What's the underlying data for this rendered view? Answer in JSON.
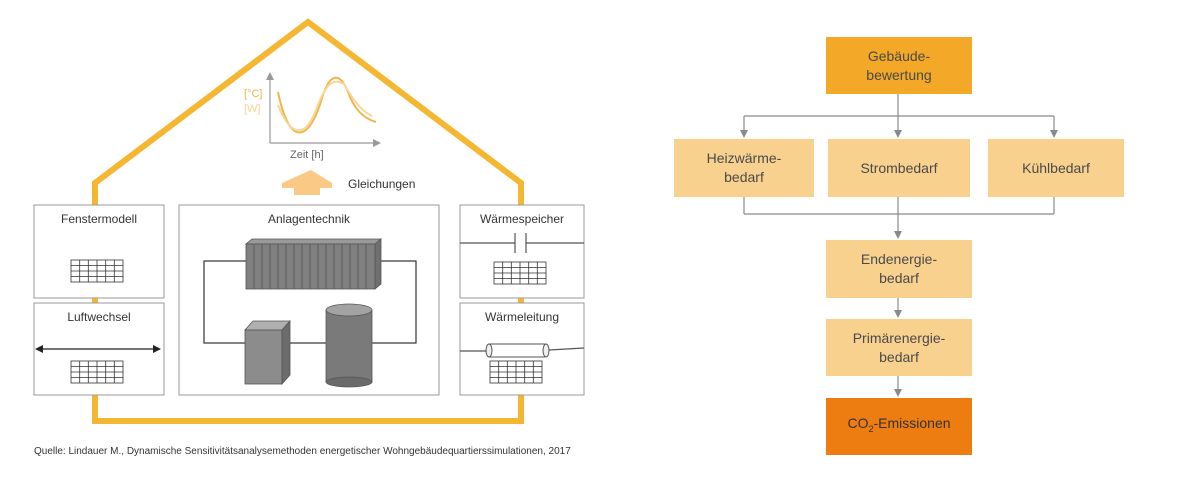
{
  "left": {
    "chart": {
      "ylabel_1": "[°C]",
      "ylabel_2": "[W]",
      "xlabel": "Zeit [h]"
    },
    "equations_label": "Gleichungen",
    "boxes": {
      "fenstermodell": "Fenstermodell",
      "anlagentechnik": "Anlagentechnik",
      "waermespeicher": "Wärmespeicher",
      "luftwechsel": "Luftwechsel",
      "waermeleitung": "Wärmeleitung"
    },
    "source": "Quelle: Lindauer M., Dynamische Sensitivitätsanalysemethoden energetischer Wohngebäudequartierssimulationen, 2017"
  },
  "right": {
    "gebaeudebewertung": [
      "Gebäude-",
      "bewertung"
    ],
    "heizwaermebedarf": [
      "Heizwärme-",
      "bedarf"
    ],
    "strombedarf": "Strombedarf",
    "kuehlbedarf": "Kühlbedarf",
    "endenergiebedarf": [
      "Endenergie-",
      "bedarf"
    ],
    "primaerenergiebedarf": [
      "Primärenergie-",
      "bedarf"
    ],
    "co2": {
      "prefix": "CO",
      "sub": "2",
      "suffix": "-Emissionen"
    }
  },
  "colors": {
    "house_outline": "#f5b731",
    "box_light": "#f9d18f",
    "box_mid": "#f3a827",
    "box_dark": "#ee7d11"
  }
}
